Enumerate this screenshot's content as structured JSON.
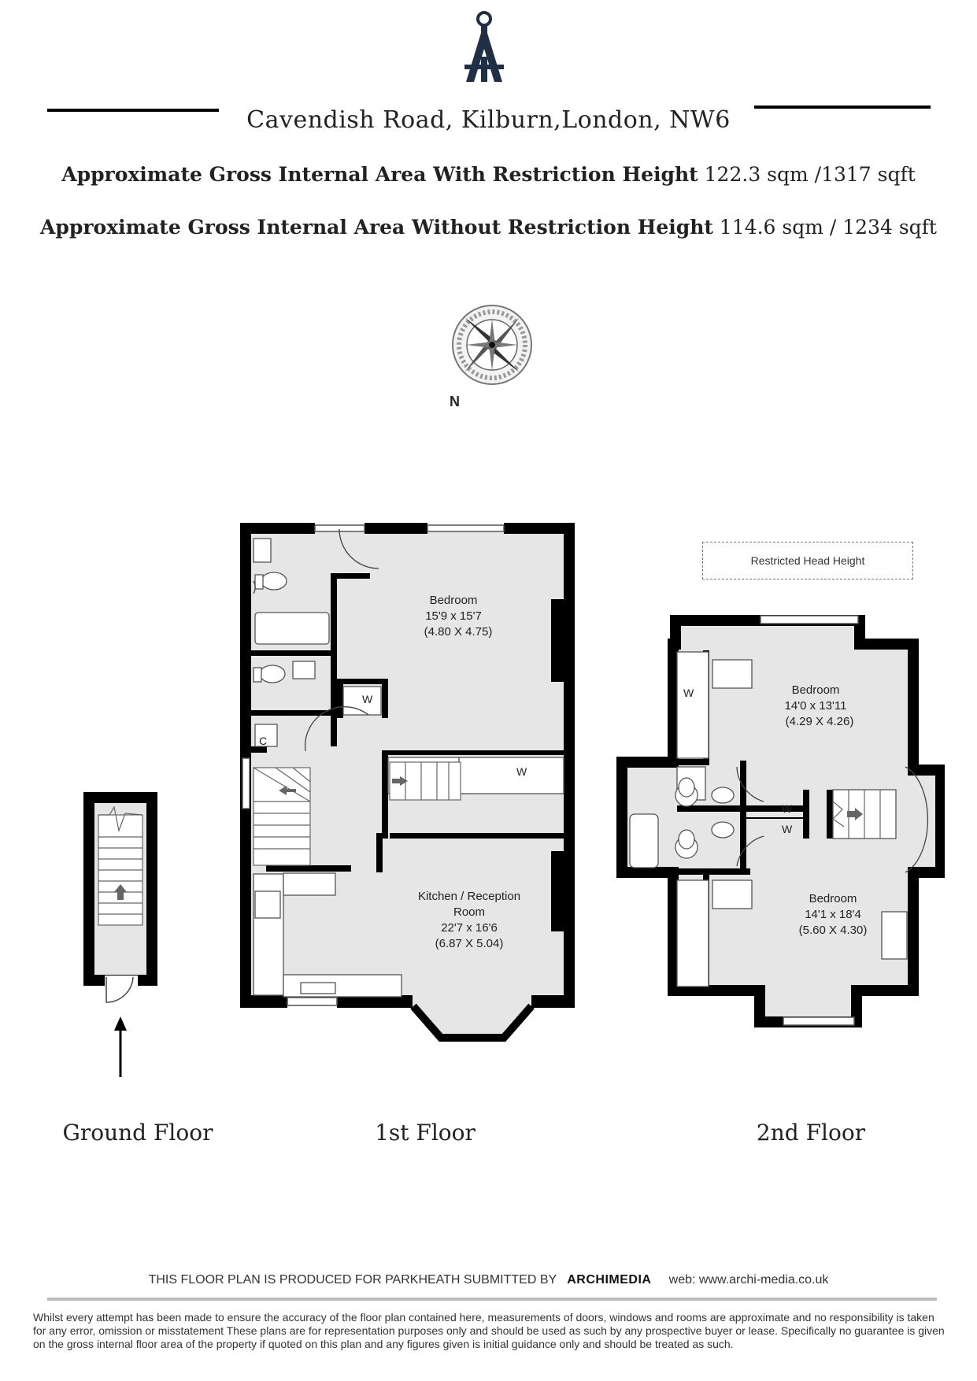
{
  "header": {
    "title": "Cavendish Road, Kilburn,London, NW6",
    "area_with_label": "Approximate Gross Internal Area With Restriction Height",
    "area_with_value": "122.3 sqm /1317 sqft",
    "area_without_label": "Approximate Gross Internal Area Without Restriction Height",
    "area_without_value": "114.6 sqm / 1234 sqft"
  },
  "compass": {
    "north_label": "N"
  },
  "floors": {
    "ground": {
      "label": "Ground Floor"
    },
    "first": {
      "label": "1st Floor",
      "bedroom": {
        "name": "Bedroom",
        "imperial": "15'9 x 15'7",
        "metric": "(4.80 X 4.75)"
      },
      "kitchen": {
        "name_line1": "Kitchen / Reception",
        "name_line2": "Room",
        "imperial": "22'7 x 16'6",
        "metric": "(6.87 X 5.04)"
      },
      "wardrobe_1": "W",
      "wardrobe_2": "W",
      "cupboard": "C"
    },
    "second": {
      "label": "2nd Floor",
      "restricted_label": "Restricted Head Height",
      "bedroom_top": {
        "name": "Bedroom",
        "imperial": "14'0 x 13'11",
        "metric": "(4.29 X 4.26)"
      },
      "bedroom_bottom": {
        "name": "Bedroom",
        "imperial": "14'1 x 18'4",
        "metric": "(5.60 X 4.30)"
      },
      "wardrobe_1": "W",
      "wardrobe_2": "W",
      "wardrobe_3": "W"
    }
  },
  "footer": {
    "produced_by": "THIS FLOOR PLAN IS PRODUCED FOR PARKHEATH SUBMITTED BY",
    "brand": "ARCHIMEDIA",
    "web": "web: www.archi-media.co.uk",
    "disclaimer": "Whilst every attempt has been made to ensure the accuracy of the floor plan contained here, measurements of doors, windows and rooms are approximate and no responsibility is taken for any error, omission or misstatement These plans are for representation purposes only and should be used as such by any prospective buyer or lease. Specifically no guarantee is given on the gross internal floor area of the property if quoted on this plan and any figures given is initial guidance only and should be treated as such."
  },
  "colors": {
    "wall": "#000000",
    "floor": "#e6e6e6",
    "accent": "#1f2f46"
  }
}
